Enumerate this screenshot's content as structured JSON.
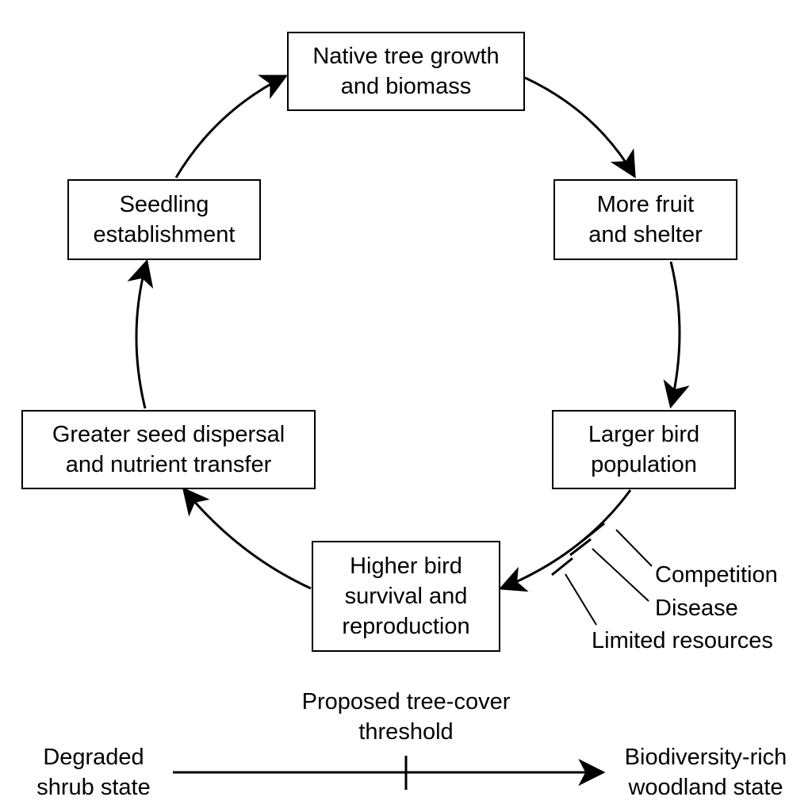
{
  "colors": {
    "stroke": "#000000",
    "background": "#ffffff"
  },
  "cycle": {
    "nodes": [
      {
        "id": "native-tree",
        "lines": [
          "Native tree growth",
          "and biomass"
        ]
      },
      {
        "id": "fruit-shelter",
        "lines": [
          "More fruit",
          "and shelter"
        ]
      },
      {
        "id": "bird-population",
        "lines": [
          "Larger bird",
          "population"
        ]
      },
      {
        "id": "bird-survival",
        "lines": [
          "Higher bird",
          "survival and",
          "reproduction"
        ]
      },
      {
        "id": "seed-dispersal",
        "lines": [
          "Greater seed dispersal",
          "and nutrient transfer"
        ]
      },
      {
        "id": "seedling",
        "lines": [
          "Seedling",
          "establishment"
        ]
      }
    ]
  },
  "limiting_factors": [
    "Competition",
    "Disease",
    "Limited resources"
  ],
  "threshold": {
    "label_lines": [
      "Proposed tree-cover",
      "threshold"
    ],
    "left_lines": [
      "Degraded",
      "shrub state"
    ],
    "right_lines": [
      "Biodiversity-rich",
      "woodland state"
    ]
  }
}
